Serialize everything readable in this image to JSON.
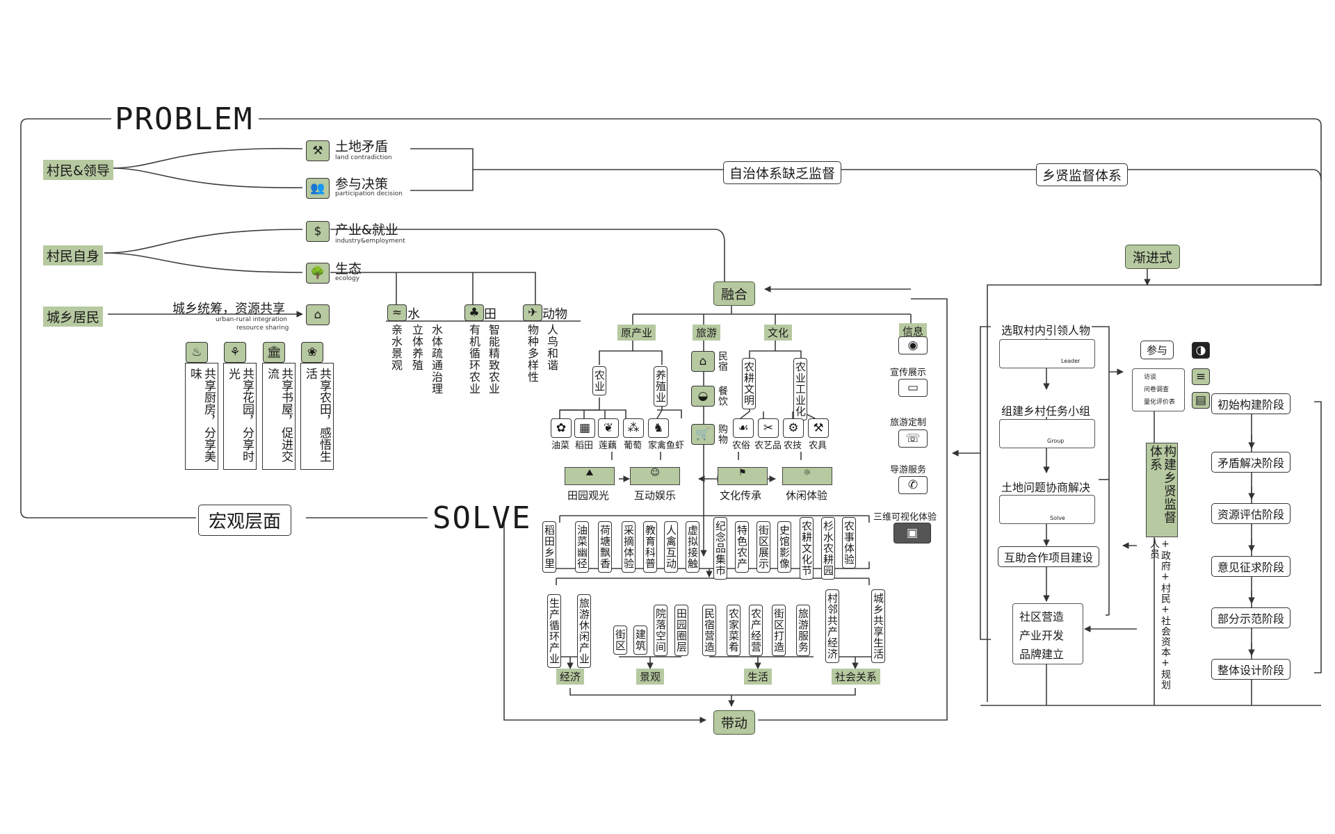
{
  "titles": {
    "problem": "PROBLEM",
    "solve": "SOLVE",
    "macro": "宏观层面"
  },
  "stakeholders": [
    "村民&领导",
    "村民自身",
    "城乡居民"
  ],
  "problems": [
    {
      "label": "土地矛盾",
      "sub": "land contradiction"
    },
    {
      "label": "参与决策",
      "sub": "participation decision"
    },
    {
      "label": "产业&就业",
      "sub": "industry&employment"
    },
    {
      "label": "生态",
      "sub": "ecology"
    }
  ],
  "urban_rural": {
    "label": "城乡统筹，资源共享",
    "sub1": "urban-rural integration",
    "sub2": "resource sharing"
  },
  "sharing_cards": [
    "共享厨房，分享美味",
    "共享花园，分享时光",
    "共享书屋，促进交流",
    "共享农田，感悟生活"
  ],
  "ecology": {
    "water": {
      "head": "水",
      "items": [
        "亲水景观",
        "立体养殖",
        "水体疏通治理"
      ]
    },
    "field": {
      "head": "田",
      "items": [
        "有机循环农业",
        "智能精致农业"
      ]
    },
    "animal": {
      "head": "动物",
      "items": [
        "物种多样性",
        "人鸟和谐"
      ]
    }
  },
  "supervision": {
    "lack": "自治体系缺乏监督",
    "system": "乡贤监督体系"
  },
  "core": {
    "merge": "融合",
    "drive": "带动"
  },
  "categories": {
    "original": "原产业",
    "tourism": "旅游",
    "culture": "文化",
    "info": "信息"
  },
  "original_industry": {
    "agriculture": "农业",
    "breeding": "养殖业",
    "items": [
      "油菜",
      "稻田",
      "莲藕",
      "葡萄",
      "家禽鱼虾"
    ]
  },
  "tourism_items": [
    "民宿",
    "餐饮",
    "购物"
  ],
  "culture": {
    "farming": "农耕文明",
    "industrial": "农业工业化",
    "items": [
      "农俗",
      "农艺品",
      "农技",
      "农具"
    ]
  },
  "info_items": [
    "宣传展示",
    "旅游定制",
    "导游服务",
    "三维可视化体验"
  ],
  "activities": [
    "田园观光",
    "互动娱乐",
    "文化传承",
    "休闲体验"
  ],
  "activity_details": [
    "稻田乡里",
    "油菜幽径",
    "荷塘飘香",
    "采摘体验",
    "教育科普",
    "人禽互动",
    "虚拟接触",
    "纪念品集市",
    "特色农产",
    "街区展示",
    "史馆影像",
    "农耕文化节",
    "杉水农耕园",
    "农事体验"
  ],
  "outcomes": {
    "economy": {
      "label": "经济",
      "items": [
        "生产循环产业",
        "旅游休闲产业"
      ]
    },
    "landscape": {
      "label": "景观",
      "items": [
        "街区",
        "建筑",
        "院落空间",
        "田园圈层"
      ]
    },
    "life": {
      "label": "生活",
      "items": [
        "民宿营造",
        "农家菜肴",
        "农产经营",
        "街区打造",
        "旅游服务"
      ]
    },
    "social": {
      "label": "社会关系",
      "items": [
        "村邻共产经济",
        "城乡共享生活"
      ]
    }
  },
  "progressive": {
    "title": "渐进式",
    "steps": [
      "选取村内引领人物",
      "组建乡村任务小组",
      "土地问题协商解决",
      "互助合作项目建设"
    ],
    "final": [
      "社区营造",
      "产业开发",
      "品牌建立"
    ],
    "sketch_labels": [
      "Leader",
      "Group",
      "Solve"
    ],
    "participate": "参与",
    "methods": [
      "访谈",
      "问卷调查",
      "量化评价表"
    ],
    "build": "构建乡贤监督体系",
    "actors": "+政府+村民+社会资本+规划人员",
    "stages": [
      "初始构建阶段",
      "矛盾解决阶段",
      "资源评估阶段",
      "意见征求阶段",
      "部分示范阶段",
      "整体设计阶段"
    ]
  },
  "icons": [
    "mallet-icon",
    "people-icon",
    "money-icon",
    "tree-icon",
    "house-icon",
    "chef-icon",
    "gardener-icon",
    "library-icon",
    "farm-icon",
    "wave-icon",
    "sprout-icon",
    "bird-icon",
    "bed-icon",
    "bowl-icon",
    "cart-icon",
    "broadcast-icon",
    "screen-icon",
    "chat-icon",
    "phone-icon",
    "vr-icon"
  ],
  "colors": {
    "accent": "#b7c9a0",
    "line": "#3d3d3d"
  }
}
